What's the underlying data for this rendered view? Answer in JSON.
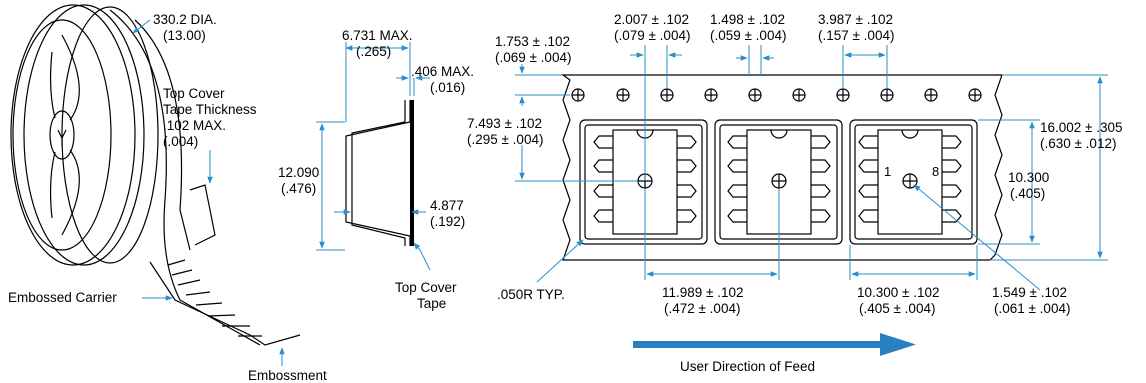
{
  "reel": {
    "diameter_mm": "330.2 DIA.",
    "diameter_in": "(13.00)",
    "cover_line1": "Top Cover",
    "cover_line2": "Tape Thickness",
    "cover_line3": ".102 MAX.",
    "cover_line4": "(.004)",
    "embossed_carrier": "Embossed Carrier",
    "embossment": "Embossment"
  },
  "profile": {
    "width_mm": "6.731 MAX.",
    "width_in": "(.265)",
    "thick_mm": ".406 MAX.",
    "thick_in": "(.016)",
    "height_mm": "12.090",
    "height_in": "(.476)",
    "depth_mm": "4.877",
    "depth_in": "(.192)",
    "cover_line1": "Top Cover",
    "cover_line2": "Tape"
  },
  "tape": {
    "d1_mm": "2.007 ± .102",
    "d1_in": "(.079 ± .004)",
    "d2_mm": "1.498 ± .102",
    "d2_in": "(.059 ± .004)",
    "d3_mm": "3.987 ± .102",
    "d3_in": "(.157 ± .004)",
    "d4_mm": "1.753 ± .102",
    "d4_in": "(.069 ± .004)",
    "d5_mm": "7.493 ± .102",
    "d5_in": "(.295 ± .004)",
    "d6_mm": "16.002 ± .305",
    "d6_in": "(.630 ± .012)",
    "d7_mm": "10.300",
    "d7_in": "(.405)",
    "radius": ".050R TYP.",
    "d8_mm": "11.989 ± .102",
    "d8_in": "(.472 ± .004)",
    "d9_mm": "10.300 ± .102",
    "d9_in": "(.405 ± .004)",
    "d10_mm": "1.549 ± .102",
    "d10_in": "(.061 ± .004)",
    "pin1": "1",
    "pin8": "8",
    "feed": "User Direction of Feed"
  },
  "colors": {
    "dimension": "#2b8dc9",
    "arrow": "#2a7fc1",
    "ink": "#000000"
  }
}
